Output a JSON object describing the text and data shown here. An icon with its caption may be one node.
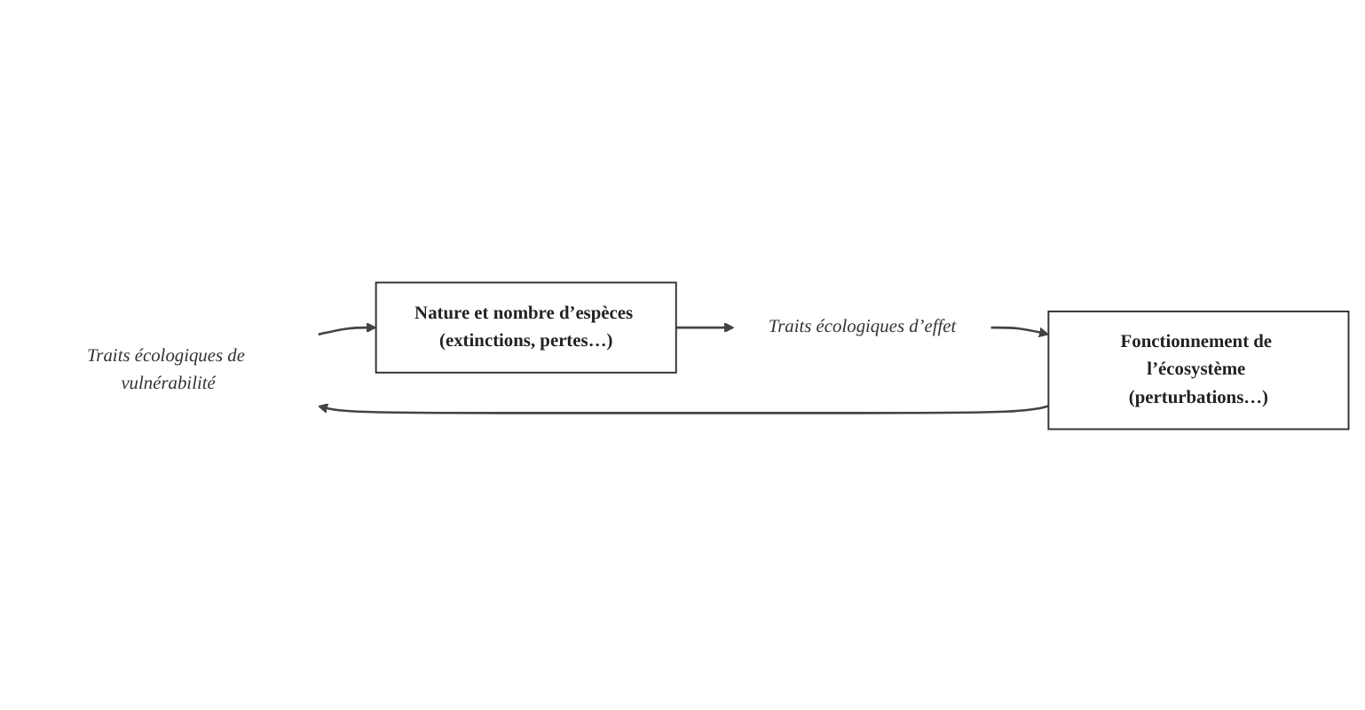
{
  "diagram": {
    "nodes": [
      {
        "text": [
          "Traits écologiques de vulnérabilité"
        ]
      },
      {
        "text": [
          "Fonctionnement de l’écosystème (perturbations…)"
        ]
      },
      {
        "text": [
          "Nature et nombre d’espèces (extinctions, pertes…)"
        ]
      },
      {
        "text": [
          "Traits écologiques d’effet"
        ]
      }
    ],
    "edges": [
      {
        "from": 1,
        "to": 0,
        "arrow": "to"
      },
      {
        "from": 0,
        "to": 2,
        "arrow": "to"
      },
      {
        "from": 2,
        "to": 3,
        "arrow": "to"
      },
      {
        "from": 3,
        "to": 1,
        "arrow": "to"
      }
    ]
  }
}
